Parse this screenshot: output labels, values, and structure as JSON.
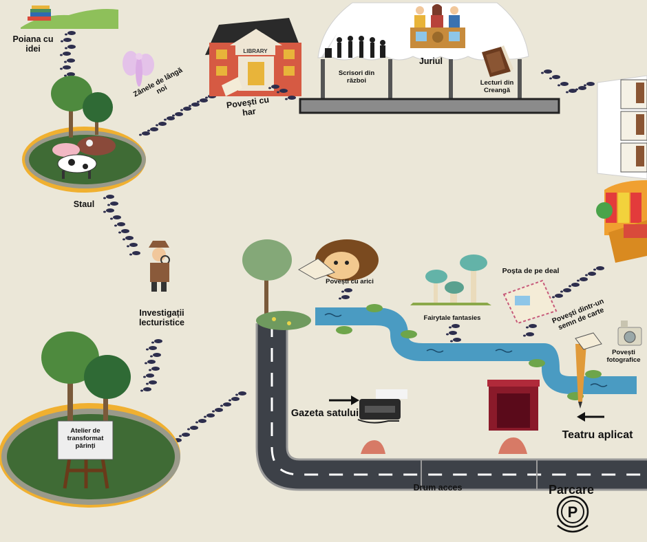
{
  "labels": {
    "poiana": "Poiana cu idei",
    "zanele": "Zânele de lângă noi",
    "povesti_har": "Povești cu har",
    "scrisori": "Scrisori din război",
    "juriul": "Juriul",
    "lecturi": "Lecturi din Creangă",
    "staul": "Staul",
    "investigatii": "Investigații lecturistice",
    "atelier": "Atelier de transformat părinți",
    "povesti_arici": "Povești cu arici",
    "fairytale": "Fairytale fantasies",
    "posta": "Poșta de pe deal",
    "semn_carte": "Povești dintr-un semn de carte",
    "fotografice": "Povești fotografice",
    "gazeta": "Gazeta satului",
    "teatru": "Teatru aplicat",
    "drum": "Drum acces",
    "parcare": "Parcare"
  },
  "building_sign": "LIBRARY",
  "parking_symbol": "P",
  "icons": [
    "books-icon",
    "cows-icon",
    "fairy-icon",
    "library-building-icon",
    "soldiers-icon",
    "jury-icon",
    "old-book-icon",
    "stalls-icon",
    "detective-icon",
    "easel-icon",
    "hedgehog-icon",
    "mushrooms-icon",
    "postcard-icon",
    "bookmark-icon",
    "camera-icon",
    "typewriter-icon",
    "curtain-icon",
    "parking-icon",
    "tree-icon",
    "river-icon",
    "road-icon",
    "footprints-icon",
    "arrow-right-icon",
    "arrow-left-icon"
  ],
  "colors": {
    "background": "#ebe7d8",
    "grass": "#3f6b35",
    "road": "#3d4148",
    "river": "#4a9bc2",
    "footprints": "#2d2e4d",
    "brick": "#d65a43",
    "tent": "#ffffff"
  }
}
